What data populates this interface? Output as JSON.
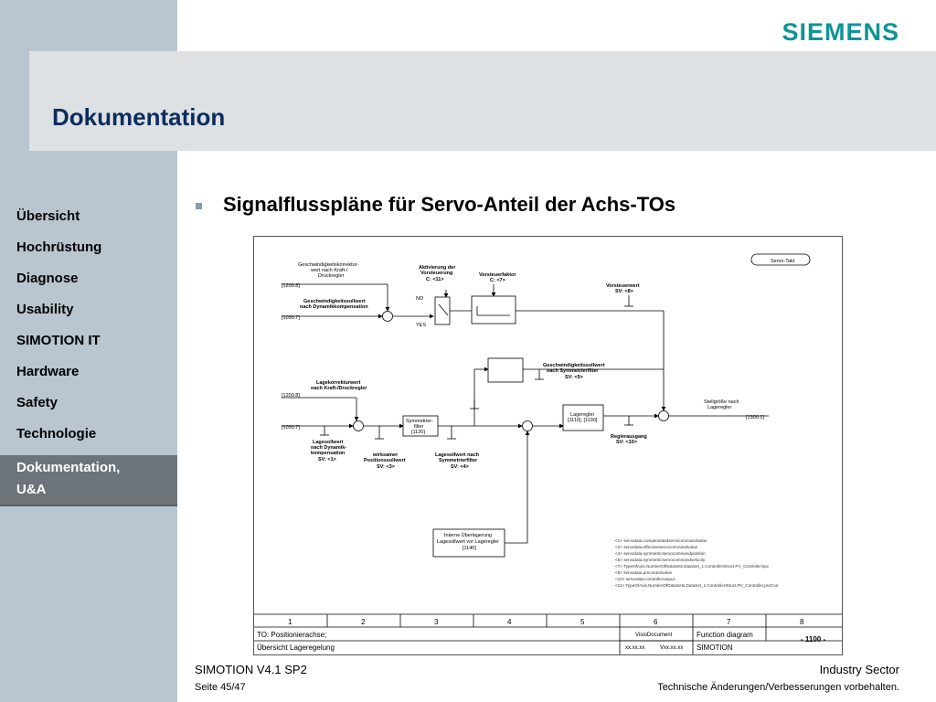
{
  "brand": {
    "logo": "SIEMENS"
  },
  "header": {
    "title": "Dokumentation"
  },
  "nav": {
    "items": [
      {
        "label": "Übersicht"
      },
      {
        "label": "Hochrüstung"
      },
      {
        "label": "Diagnose"
      },
      {
        "label": "Usability"
      },
      {
        "label": "SIMOTION IT"
      },
      {
        "label": "Hardware"
      },
      {
        "label": "Safety"
      },
      {
        "label": "Technologie"
      }
    ],
    "active_line1": "Dokumentation,",
    "active_line2": "U&A"
  },
  "content": {
    "subtitle": "Signalflusspläne für Servo-Anteil der Achs-TOs"
  },
  "diagram": {
    "servo_takt": "Servo-Takt",
    "gesch_korr_1": "Geschwindigkeitskorrektur-",
    "gesch_korr_2": "wert nach Kraft-/",
    "gesch_korr_3": "Druckregler",
    "ref_1200_a": "[1200.8]",
    "gesch_soll_dyn_1": "Geschwindigkeitssollwert",
    "gesch_soll_dyn_2": "nach Dynamikkompensation",
    "ref_1030_a": "[1030.7]",
    "akt_vorst_1": "Aktivierung der",
    "akt_vorst_2": "Vorsteuerung",
    "akt_vorst_3": "C: <11>",
    "no": "NO",
    "yes": "YES",
    "vorst_faktor_1": "Vorsteuerfaktor",
    "vorst_faktor_2": "C: <7>",
    "vorst_wert_1": "Vorsteuerwert",
    "vorst_wert_2": "SV: <8>",
    "gesch_symm_1": "Geschwindigkeitssollwert",
    "gesch_symm_2": "nach Symmetrierfilter",
    "gesch_symm_3": "SV: <5>",
    "lagekorr_1": "Lagekorrekturwert",
    "lagekorr_2": "nach Kraft-/Druckregler",
    "ref_1200_b": "[1200.8]",
    "ref_1030_b": "[1030.7]",
    "symm_1": "Symmetrier-",
    "symm_2": "filter",
    "symm_3": "[1120]",
    "lageregler_1": "Lageregler",
    "lageregler_2": "[1110], [1130]",
    "stell_1": "Stellgröße nach",
    "stell_2": "Lageregler",
    "ref_1300": "[1300.1]",
    "regler_1": "Reglerausgang",
    "regler_2": "SV: <10>",
    "lagesoll_dyn_1": "Lagesollwert",
    "lagesoll_dyn_2": "nach Dynamik-",
    "lagesoll_dyn_3": "kompensation",
    "lagesoll_dyn_4": "SV: <1>",
    "wirks_1": "wirksamer",
    "wirks_2": "Positionssollwert",
    "wirks_3": "SV: <3>",
    "lagesoll_symm_1": "Lagesollwert nach",
    "lagesoll_symm_2": "Symmetrierfilter",
    "lagesoll_symm_3": "SV: <4>",
    "intern_1": "Interne Überlagerung",
    "intern_2": "Lagesollwert vor Lageregler",
    "intern_3": "[1140]",
    "legend": [
      "<1> servodata.compensatedservocommandvalue",
      "<3> servodata.effectiveservocommandvalue",
      "<4> servodata.symmetricservocommandposition",
      "<5> servodata.symmetricservocommandvelocity",
      "<7> TypeOfAxis.NumberOfDataSets.DataSet_1.ControllerStruct.PV_Controller.kpc",
      "<8> servodata.precontrolvalue",
      "<10> servodata.controlleroutput",
      "<11> TypeOfAxis.NumberOfDataSets.DataSet_1.ControllerStruct.PV_Controller.preCon"
    ],
    "columns": [
      "1",
      "2",
      "3",
      "4",
      "5",
      "6",
      "7",
      "8"
    ],
    "tb_to": "TO: Positionierachse;",
    "tb_overview": "Übersicht Lageregelung",
    "tb_visio": "VisioDocument",
    "tb_xx1": "xx.xx.xx",
    "tb_xx2": "Vxx.xx.xx",
    "tb_func": "Function diagram",
    "tb_simotion": "SIMOTION",
    "tb_num": "- 1100 -"
  },
  "footer": {
    "product": "SIMOTION V4.1 SP2",
    "page": "Seite 45/47",
    "sector": "Industry Sector",
    "disclaimer": "Technische Änderungen/Verbesserungen vorbehalten."
  },
  "colors": {
    "logo": "#0f9497",
    "title": "#0b2d5c",
    "sidebar": "#b9c5cf",
    "active_nav": "#6c7479"
  }
}
